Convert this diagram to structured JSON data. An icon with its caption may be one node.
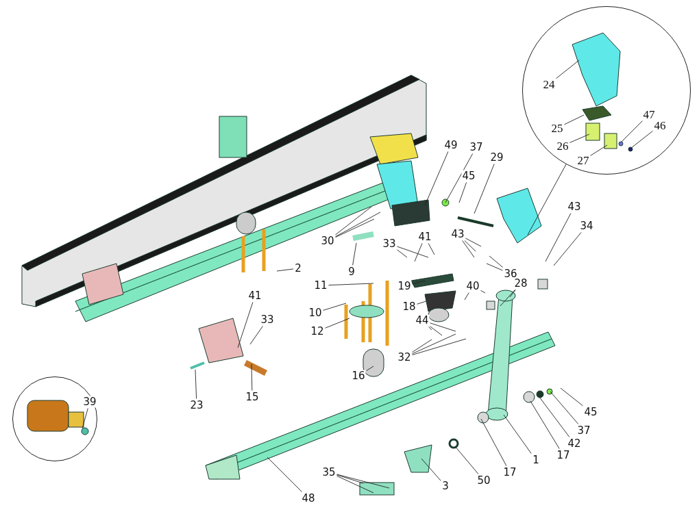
{
  "diagram": {
    "nodes": [
      {
        "text": [],
        "shape": "circle"
      },
      {
        "text": [
          "24"
        ],
        "in": 0
      },
      {
        "text": [
          "25"
        ],
        "in": 0
      },
      {
        "text": [
          "26"
        ],
        "in": 0
      },
      {
        "text": [
          "27"
        ],
        "in": 0
      },
      {
        "text": [
          "47"
        ],
        "in": 0
      },
      {
        "text": [
          "46"
        ],
        "in": 0
      },
      {
        "text": [
          "49"
        ]
      },
      {
        "text": [
          "37"
        ]
      },
      {
        "text": [
          "45"
        ]
      },
      {
        "text": [
          "29"
        ]
      },
      {
        "text": [
          "43"
        ]
      },
      {
        "text": [
          "34"
        ]
      },
      {
        "text": [
          "30"
        ]
      },
      {
        "text": [
          "33"
        ]
      },
      {
        "text": [
          "41"
        ]
      },
      {
        "text": [
          "43"
        ]
      },
      {
        "text": [
          "36"
        ]
      },
      {
        "text": [
          "40"
        ]
      },
      {
        "text": [
          "28"
        ]
      },
      {
        "text": [
          "2"
        ]
      },
      {
        "text": [
          "9"
        ]
      },
      {
        "text": [
          "11"
        ]
      },
      {
        "text": [
          "10"
        ]
      },
      {
        "text": [
          "12"
        ]
      },
      {
        "text": [
          "19"
        ]
      },
      {
        "text": [
          "18"
        ]
      },
      {
        "text": [
          "44"
        ]
      },
      {
        "text": [
          "32"
        ]
      },
      {
        "text": [
          "41"
        ]
      },
      {
        "text": [
          "33"
        ]
      },
      {
        "text": [
          "23"
        ]
      },
      {
        "text": [
          "15"
        ]
      },
      {
        "text": [
          "16"
        ]
      },
      {
        "text": [],
        "shape": "circle"
      },
      {
        "text": [
          "39"
        ],
        "in": 34
      },
      {
        "text": [
          "45"
        ]
      },
      {
        "text": [
          "37"
        ]
      },
      {
        "text": [
          "42"
        ]
      },
      {
        "text": [
          "17"
        ]
      },
      {
        "text": [
          "1"
        ]
      },
      {
        "text": [
          "17"
        ]
      },
      {
        "text": [
          "50"
        ]
      },
      {
        "text": [
          "3"
        ]
      },
      {
        "text": [
          "35"
        ]
      },
      {
        "text": [
          "48"
        ]
      }
    ],
    "edges": [
      {
        "from": 0,
        "to": null,
        "arrow": "none"
      },
      {
        "from": 1,
        "to": null,
        "arrow": "none"
      },
      {
        "from": 2,
        "to": null,
        "arrow": "none"
      },
      {
        "from": 3,
        "to": null,
        "arrow": "none"
      },
      {
        "from": 4,
        "to": null,
        "arrow": "none"
      },
      {
        "from": 5,
        "to": null,
        "arrow": "none"
      },
      {
        "from": 6,
        "to": null,
        "arrow": "none"
      },
      {
        "from": 7,
        "to": null,
        "arrow": "none"
      },
      {
        "from": 8,
        "to": null,
        "arrow": "none"
      },
      {
        "from": 9,
        "to": null,
        "arrow": "none"
      },
      {
        "from": 10,
        "to": null,
        "arrow": "none"
      },
      {
        "from": 11,
        "to": null,
        "arrow": "none"
      },
      {
        "from": 12,
        "to": null,
        "arrow": "none"
      },
      {
        "from": 13,
        "to": null,
        "arrow": "none"
      },
      {
        "from": 13,
        "to": null,
        "arrow": "none"
      },
      {
        "from": 13,
        "to": null,
        "arrow": "none"
      },
      {
        "from": 14,
        "to": null,
        "arrow": "none"
      },
      {
        "from": 14,
        "to": null,
        "arrow": "none"
      },
      {
        "from": 15,
        "to": null,
        "arrow": "none"
      },
      {
        "from": 15,
        "to": null,
        "arrow": "none"
      },
      {
        "from": 16,
        "to": null,
        "arrow": "none"
      },
      {
        "from": 16,
        "to": null,
        "arrow": "none"
      },
      {
        "from": 16,
        "to": null,
        "arrow": "none"
      },
      {
        "from": 17,
        "to": null,
        "arrow": "none"
      },
      {
        "from": 17,
        "to": null,
        "arrow": "none"
      },
      {
        "from": 18,
        "to": null,
        "arrow": "none"
      },
      {
        "from": 18,
        "to": null,
        "arrow": "none"
      },
      {
        "from": 19,
        "to": null,
        "arrow": "none"
      },
      {
        "from": 19,
        "to": null,
        "arrow": "none"
      },
      {
        "from": 20,
        "to": null,
        "arrow": "none"
      },
      {
        "from": 21,
        "to": null,
        "arrow": "none"
      },
      {
        "from": 22,
        "to": null,
        "arrow": "none"
      },
      {
        "from": 23,
        "to": null,
        "arrow": "none"
      },
      {
        "from": 24,
        "to": null,
        "arrow": "none"
      },
      {
        "from": 25,
        "to": null,
        "arrow": "none"
      },
      {
        "from": 26,
        "to": null,
        "arrow": "none"
      },
      {
        "from": 27,
        "to": null,
        "arrow": "none"
      },
      {
        "from": 27,
        "to": null,
        "arrow": "none"
      },
      {
        "from": 27,
        "to": null,
        "arrow": "none"
      },
      {
        "from": 28,
        "to": null,
        "arrow": "none"
      },
      {
        "from": 28,
        "to": null,
        "arrow": "none"
      },
      {
        "from": 28,
        "to": null,
        "arrow": "none"
      },
      {
        "from": 29,
        "to": null,
        "arrow": "none"
      },
      {
        "from": 30,
        "to": null,
        "arrow": "none"
      },
      {
        "from": 31,
        "to": null,
        "arrow": "none"
      },
      {
        "from": 32,
        "to": null,
        "arrow": "none"
      },
      {
        "from": 33,
        "to": null,
        "arrow": "none"
      },
      {
        "from": 35,
        "to": null,
        "arrow": "none"
      },
      {
        "from": 36,
        "to": null,
        "arrow": "none"
      },
      {
        "from": 37,
        "to": null,
        "arrow": "none"
      },
      {
        "from": 38,
        "to": null,
        "arrow": "none"
      },
      {
        "from": 39,
        "to": null,
        "arrow": "none"
      },
      {
        "from": 40,
        "to": null,
        "arrow": "none"
      },
      {
        "from": 41,
        "to": null,
        "arrow": "none"
      },
      {
        "from": 42,
        "to": null,
        "arrow": "none"
      },
      {
        "from": 43,
        "to": null,
        "arrow": "none"
      },
      {
        "from": 44,
        "to": null,
        "arrow": "none"
      },
      {
        "from": 44,
        "to": null,
        "arrow": "none"
      },
      {
        "from": 44,
        "to": null,
        "arrow": "none"
      },
      {
        "from": 45,
        "to": null,
        "arrow": "none"
      }
    ]
  }
}
